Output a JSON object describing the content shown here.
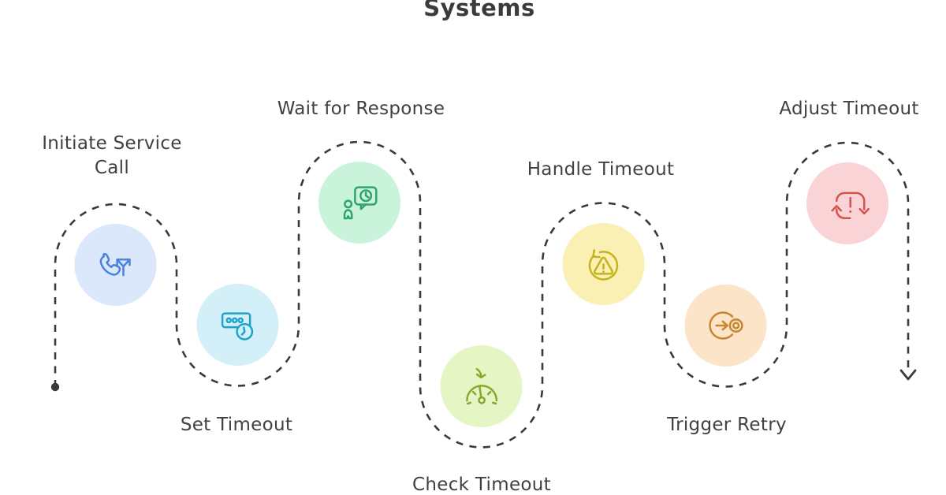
{
  "title": "Systems",
  "path": {
    "color": "#3a3a3a",
    "style": "dashed",
    "start_marker": "dot",
    "end_marker": "arrow-down"
  },
  "nodes": [
    {
      "label": "Initiate Service Call",
      "icon": "phone-split-icon",
      "bg": "#dbe7fa",
      "fg": "#4a82db"
    },
    {
      "label": "Set Timeout",
      "icon": "timer-settings-icon",
      "bg": "#d3f0f8",
      "fg": "#1fa3c9"
    },
    {
      "label": "Wait for Response",
      "icon": "person-chat-clock-icon",
      "bg": "#c9f4db",
      "fg": "#2fa56b"
    },
    {
      "label": "Check Timeout",
      "icon": "gauge-check-icon",
      "bg": "#e6f5c4",
      "fg": "#8aa830"
    },
    {
      "label": "Handle Timeout",
      "icon": "warning-retry-icon",
      "bg": "#faf0b3",
      "fg": "#c4b21e"
    },
    {
      "label": "Trigger Retry",
      "icon": "trigger-target-icon",
      "bg": "#fbe4c8",
      "fg": "#c8862e"
    },
    {
      "label": "Adjust Timeout",
      "icon": "sync-alert-icon",
      "bg": "#f9d3d5",
      "fg": "#d5534e"
    }
  ]
}
